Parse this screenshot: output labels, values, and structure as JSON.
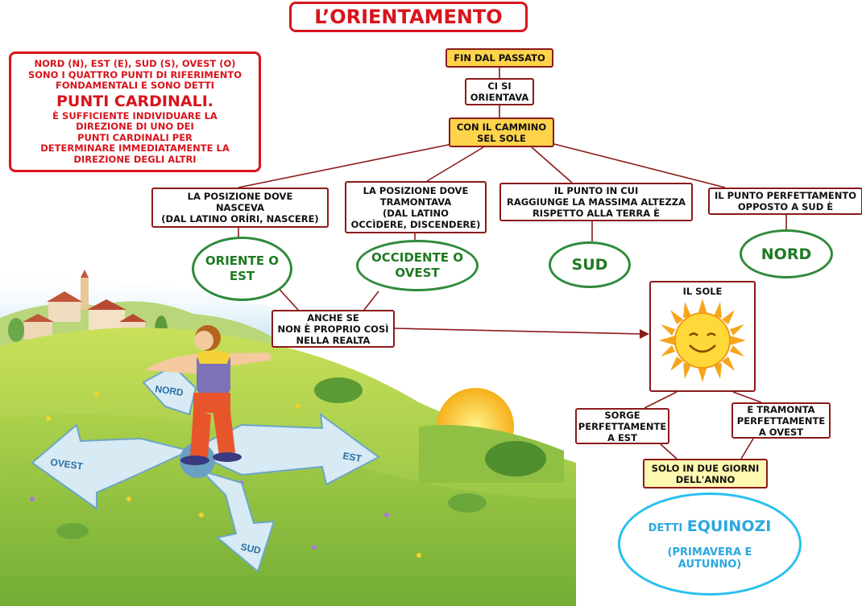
{
  "title": "L’ORIENTAMENTO",
  "cardinal_box": {
    "line1": "NORD (N), EST (E), SUD (S), OVEST (O)",
    "line2": "SONO I QUATTRO PUNTI  DI  RIFERIMENTO",
    "line3": "FONDAMENTALI  E  SONO  DETTI",
    "highlight": "PUNTI CARDINALI.",
    "line4": "È  SUFFICIENTE  INDIVIDUARE  LA",
    "line5": "DIREZIONE  DI  UNO  DEI",
    "line6": "PUNTI CARDINALI PER",
    "line7": "DETERMINARE IMMEDIATAMENTE LA",
    "line8": "DIREZIONE DEGLI ALTRI"
  },
  "chain": {
    "past": "FIN DAL PASSATO",
    "orient": [
      "CI SI",
      "ORIENTAVA"
    ],
    "path": [
      "CON IL CAMMINO",
      "SEL SOLE"
    ]
  },
  "positions": {
    "east": [
      "LA POSIZIONE DOVE",
      "NASCEVA",
      "(DAL LATINO ORÍRI, NASCERE)"
    ],
    "west": [
      "LA POSIZIONE DOVE",
      "TRAMONTAVA",
      "(DAL LATINO",
      "OCCÌDERE, DISCENDERE)"
    ],
    "south": [
      "IL PUNTO IN CUI",
      "RAGGIUNGE LA MASSIMA ALTEZZA",
      "RISPETTO ALLA TERRA È"
    ],
    "north": [
      "IL PUNTO PERFETTAMENTO",
      "OPPOSTO A SUD È"
    ]
  },
  "ovals": {
    "east": [
      "ORIENTE O",
      "EST"
    ],
    "west": [
      "OCCIDENTE O",
      "OVEST"
    ],
    "south": "SUD",
    "north": "NORD"
  },
  "reality": [
    "ANCHE SE",
    "NON È PROPRIO COSÌ",
    "NELLA REALTA"
  ],
  "sun_label": "IL SOLE",
  "sunrise": [
    "SORGE",
    "PERFETTAMENTE",
    "A EST"
  ],
  "sunset": [
    "E TRAMONTA",
    "PERFETTAMENTE",
    "A OVEST"
  ],
  "two_days": [
    "SOLO IN DUE GIORNI",
    "DELL'ANNO"
  ],
  "equinox": {
    "prefix": "DETTI",
    "word": "EQUINOZI",
    "seasons": [
      "(PRIMAVERA E",
      "AUTUNNO)"
    ]
  },
  "compass": {
    "north": "NORD",
    "east": "EST",
    "south": "SUD",
    "west": "OVEST"
  },
  "colors": {
    "title_red": "#d8141c",
    "connector": "#8b1a1a",
    "oval_green": "#2f8a3a",
    "equinox_blue": "#29c0ef",
    "yellow_box": "#ffd34a"
  }
}
